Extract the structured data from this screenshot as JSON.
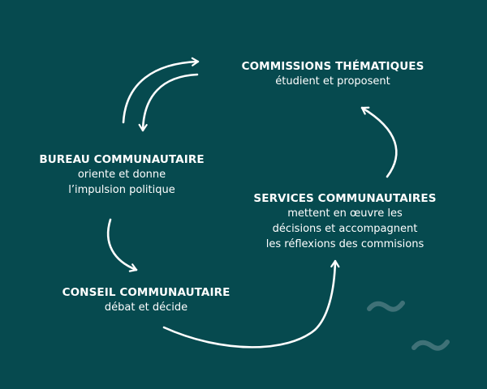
{
  "colors": {
    "background": "#064a4f",
    "text": "#ffffff",
    "decoration": "#3f7177"
  },
  "nodes": {
    "commissions": {
      "title": "COMMISSIONS THÉMATIQUES",
      "desc": [
        "étudient et proposent"
      ]
    },
    "bureau": {
      "title": "BUREAU COMMUNAUTAIRE",
      "desc": [
        "oriente et donne",
        "l’impulsion politique"
      ]
    },
    "services": {
      "title": "SERVICES COMMUNAUTAIRES",
      "desc": [
        "mettent en œuvre les",
        "décisions et accompagnent",
        "les réflexions des commisions"
      ]
    },
    "conseil": {
      "title": "CONSEIL COMMUNAUTAIRE",
      "desc": [
        "débat et décide"
      ]
    }
  },
  "edges": [
    {
      "from": "bureau",
      "to": "commissions"
    },
    {
      "from": "commissions",
      "to": "bureau"
    },
    {
      "from": "bureau",
      "to": "conseil"
    },
    {
      "from": "conseil",
      "to": "services"
    },
    {
      "from": "services",
      "to": "commissions"
    }
  ]
}
